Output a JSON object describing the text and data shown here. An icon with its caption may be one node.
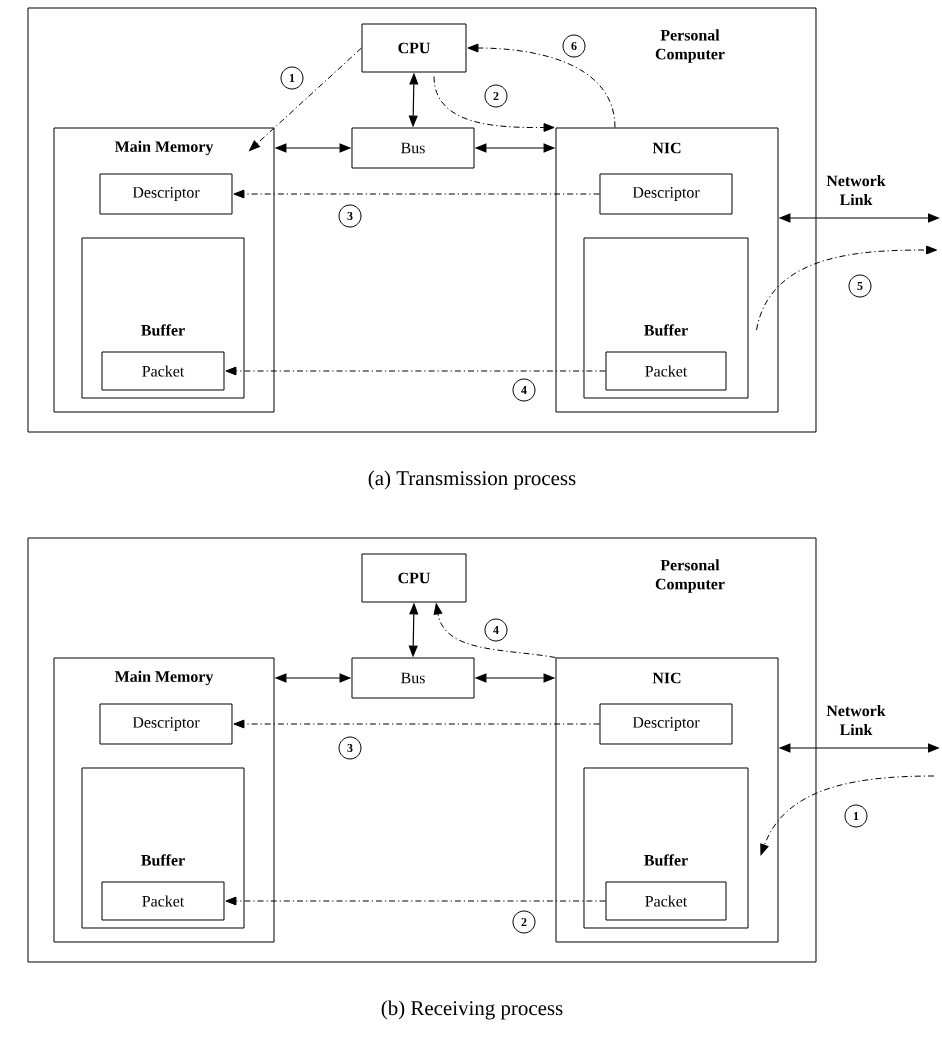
{
  "diagram": {
    "nodes": [
      {
        "text": [
          "Personal Computer"
        ]
      },
      {
        "text": [
          "CPU"
        ],
        "in": 0
      },
      {
        "text": [
          "Bus"
        ],
        "in": 0
      },
      {
        "text": [
          "Main Memory"
        ],
        "in": 0
      },
      {
        "text": [
          "Descriptor"
        ],
        "in": 3
      },
      {
        "text": [
          "Buffer"
        ],
        "in": 3
      },
      {
        "text": [
          "Packet"
        ],
        "in": 5
      },
      {
        "text": [
          "NIC"
        ],
        "in": 0
      },
      {
        "text": [
          "Descriptor"
        ],
        "in": 7
      },
      {
        "text": [
          "Buffer"
        ],
        "in": 7
      },
      {
        "text": [
          "Packet"
        ],
        "in": 9
      },
      {
        "text": [
          "Personal Computer"
        ]
      },
      {
        "text": [
          "CPU"
        ],
        "in": 11
      },
      {
        "text": [
          "Bus"
        ],
        "in": 11
      },
      {
        "text": [
          "Main Memory"
        ],
        "in": 11
      },
      {
        "text": [
          "Descriptor"
        ],
        "in": 14
      },
      {
        "text": [
          "Buffer"
        ],
        "in": 14
      },
      {
        "text": [
          "Packet"
        ],
        "in": 16
      },
      {
        "text": [
          "NIC"
        ],
        "in": 11
      },
      {
        "text": [
          "Descriptor"
        ],
        "in": 18
      },
      {
        "text": [
          "Buffer"
        ],
        "in": 18
      },
      {
        "text": [
          "Packet"
        ],
        "in": 20
      }
    ],
    "edges": [
      {
        "from": 1,
        "to": 2,
        "arrow": "both"
      },
      {
        "from": 3,
        "to": 2,
        "arrow": "both"
      },
      {
        "from": 2,
        "to": 7,
        "arrow": "both"
      },
      {
        "from": 7,
        "to": null,
        "arrow": "both",
        "label": "Network Link"
      },
      {
        "from": 1,
        "to": 3,
        "arrow": "to",
        "style": "dashed",
        "label": "1"
      },
      {
        "from": 1,
        "to": 7,
        "arrow": "to",
        "style": "dashed",
        "label": "2"
      },
      {
        "from": 8,
        "to": 4,
        "arrow": "to",
        "style": "dashed",
        "label": "3"
      },
      {
        "from": 10,
        "to": 6,
        "arrow": "to",
        "style": "dashed",
        "label": "4"
      },
      {
        "from": 9,
        "to": null,
        "arrow": "to",
        "style": "dashed",
        "label": "5"
      },
      {
        "from": 7,
        "to": 1,
        "arrow": "to",
        "style": "dashed",
        "label": "6"
      },
      {
        "from": 12,
        "to": 13,
        "arrow": "both"
      },
      {
        "from": 14,
        "to": 13,
        "arrow": "both"
      },
      {
        "from": 13,
        "to": 18,
        "arrow": "both"
      },
      {
        "from": 18,
        "to": null,
        "arrow": "both",
        "label": "Network Link"
      },
      {
        "from": null,
        "to": 20,
        "arrow": "to",
        "style": "dashed",
        "label": "1"
      },
      {
        "from": 21,
        "to": 17,
        "arrow": "to",
        "style": "dashed",
        "label": "2"
      },
      {
        "from": 19,
        "to": 15,
        "arrow": "to",
        "style": "dashed",
        "label": "3"
      },
      {
        "from": 18,
        "to": 12,
        "arrow": "to",
        "style": "dashed",
        "label": "4"
      }
    ],
    "labels": [
      "(a) Transmission process",
      "(b) Receiving process"
    ]
  }
}
